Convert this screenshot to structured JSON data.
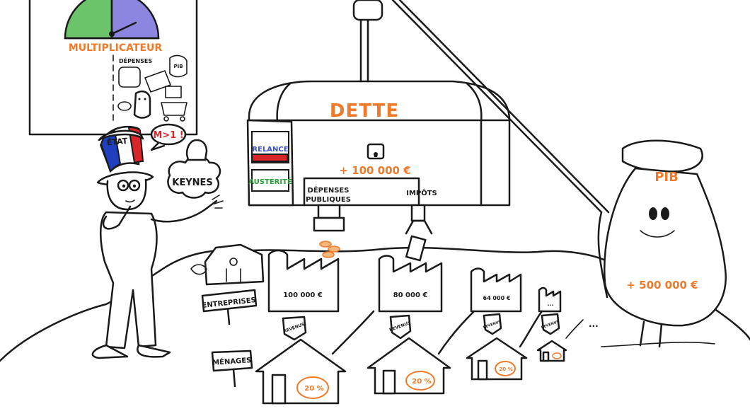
{
  "poster": {
    "title": "MULTIPLICATEUR",
    "depenses_label": "DÉPENSES",
    "pib_label": "PIB"
  },
  "speech": {
    "keynes_text": "M>1 !"
  },
  "etat": {
    "hat_label": "ÉTAT"
  },
  "keynes": {
    "cloud_label": "KEYNES"
  },
  "chest": {
    "title": "DETTE",
    "amount": "+ 100 000 €",
    "relance": "RELANCE",
    "austerite": "AUSTÉRITÉ",
    "depenses_publiques_1": "DÉPENSES",
    "depenses_publiques_2": "PUBLIQUES",
    "impots": "IMPÔTS"
  },
  "pib_bag": {
    "label": "PIB",
    "amount": "+ 500 000 €"
  },
  "signs": {
    "entreprises": "ENTREPRISES",
    "menages": "MÉNAGES"
  },
  "factories": [
    {
      "amount": "100 000 €"
    },
    {
      "amount": "80 000 €"
    },
    {
      "amount": "64 000 €"
    },
    {
      "amount": "..."
    }
  ],
  "revenus_tags": [
    "REVENUS",
    "REVENUS",
    "REVENUS",
    "REVENUS"
  ],
  "houses": [
    {
      "piggy": "20 %"
    },
    {
      "piggy": "20 %"
    },
    {
      "piggy": "20 %"
    },
    {
      "piggy": ""
    }
  ],
  "ellipsis": "...",
  "colors": {
    "accent_orange": "#f07a2a",
    "gauge_green": "#6cc46a",
    "gauge_purple": "#8c86e0",
    "flag_blue": "#1f3fbf",
    "flag_red": "#d8262a",
    "austerite_green": "#2f9a3a",
    "relance_blue": "#3b4fc8"
  }
}
